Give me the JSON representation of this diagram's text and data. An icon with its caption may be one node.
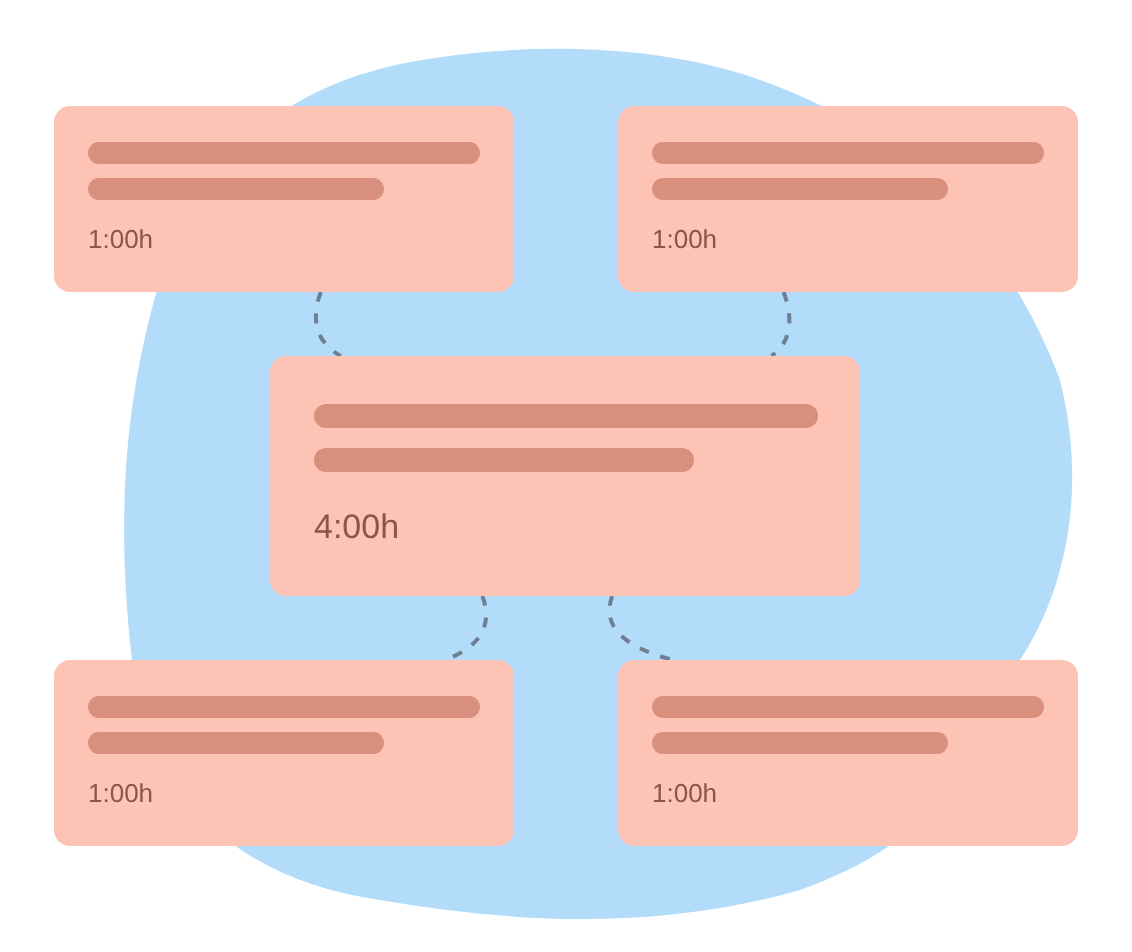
{
  "diagram": {
    "nodes": [
      {
        "text": [
          "1:00h"
        ]
      },
      {
        "text": [
          "1:00h"
        ]
      },
      {
        "text": [
          "4:00h"
        ]
      },
      {
        "text": [
          "1:00h"
        ]
      },
      {
        "text": [
          "1:00h"
        ]
      }
    ],
    "edges": [
      {
        "from": 0,
        "to": 2,
        "arrow": "none",
        "style": "dashed"
      },
      {
        "from": 1,
        "to": 2,
        "arrow": "none",
        "style": "dashed"
      },
      {
        "from": 2,
        "to": 3,
        "arrow": "none",
        "style": "dashed"
      },
      {
        "from": 2,
        "to": 4,
        "arrow": "none",
        "style": "dashed"
      }
    ]
  }
}
